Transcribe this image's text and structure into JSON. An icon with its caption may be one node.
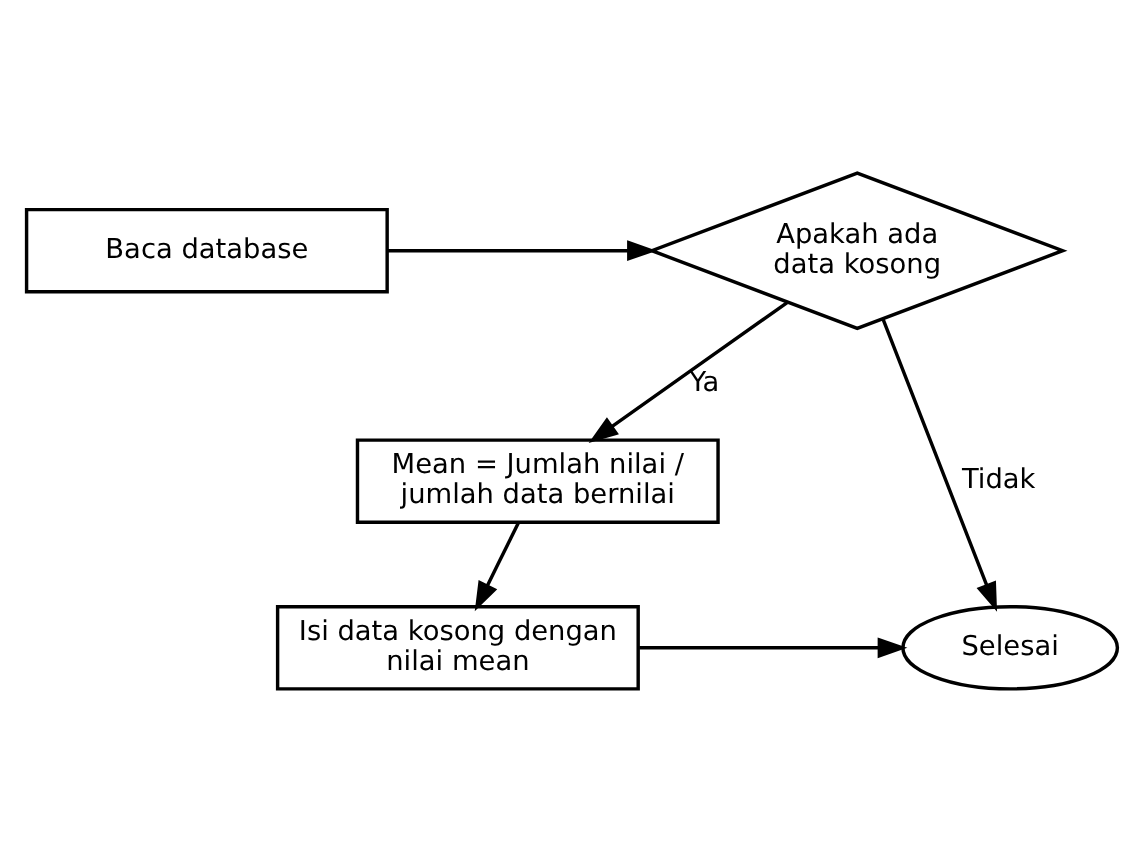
{
  "diagram": {
    "nodes": [
      {
        "text": [
          "Baca database"
        ]
      },
      {
        "text": [
          "Apakah ada data kosong"
        ]
      },
      {
        "text": [
          "Mean = Jumlah nilai / jumlah data bernilai"
        ]
      },
      {
        "text": [
          "Isi data kosong dengan nilai mean"
        ]
      },
      {
        "text": [
          "Selesai"
        ]
      }
    ],
    "edges": [
      {
        "from": 0,
        "to": 1,
        "arrow": "to"
      },
      {
        "from": 1,
        "to": 2,
        "arrow": "to",
        "label": "Ya"
      },
      {
        "from": 2,
        "to": 3,
        "arrow": "to"
      },
      {
        "from": 3,
        "to": 4,
        "arrow": "to"
      },
      {
        "from": 1,
        "to": 4,
        "arrow": "to",
        "label": "Tidak"
      }
    ]
  }
}
